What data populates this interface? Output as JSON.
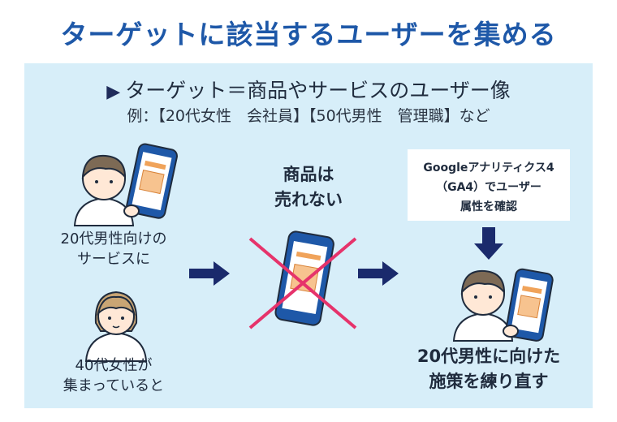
{
  "title": "ターゲットに該当するユーザーを集める",
  "subtitle": "ターゲット＝商品やサービスのユーザー像",
  "example": "例：【20代女性　会社員】【50代男性　管理職】など",
  "left_top_label": [
    "20代男性向けの",
    "サービスに"
  ],
  "left_bottom_label": [
    "40代女性が",
    "集まっていると"
  ],
  "center_label": [
    "商品は",
    "売れない"
  ],
  "ga_box": [
    "Googleアナリティクス4",
    "（GA4）でユーザー",
    "属性を確認"
  ],
  "right_label": [
    "20代男性に向けた",
    "施策を練り直す"
  ],
  "colors": {
    "title": "#1e58a8",
    "panel": "#d7eef9",
    "arrow": "#1a2a6c",
    "cross": "#e6336b",
    "phone": "#1e58a8"
  }
}
